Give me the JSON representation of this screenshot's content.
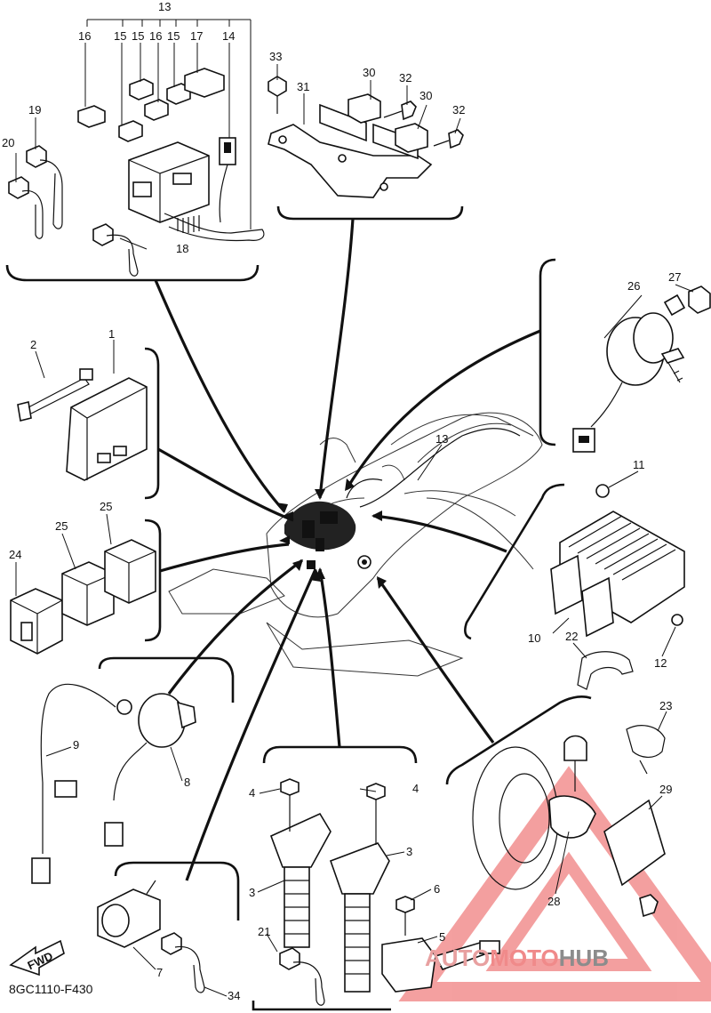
{
  "diagram_code": "8GC1110-F430",
  "direction_badge": "FWD",
  "watermark": {
    "left": "AUTO",
    "middle": "MOTO",
    "right": "HUB",
    "left_color": "#e8a0a0",
    "middle_color": "#f08a8a",
    "right_color": "#8c8c8c",
    "triangle_color": "#f08080"
  },
  "callouts": {
    "c1": "1",
    "c2": "2",
    "c3a": "3",
    "c3b": "3",
    "c4a": "4",
    "c4b": "4",
    "c5": "5",
    "c6": "6",
    "c7": "7",
    "c8": "8",
    "c9": "9",
    "c10": "10",
    "c11": "11",
    "c12": "12",
    "c13top": "13",
    "c13main": "13",
    "c14": "14",
    "c15a": "15",
    "c15b": "15",
    "c16a": "16",
    "c16b": "16",
    "c15c": "15",
    "c17": "17",
    "c18": "18",
    "c19": "19",
    "c20": "20",
    "c21": "21",
    "c22": "22",
    "c23": "23",
    "c24": "24",
    "c25a": "25",
    "c25b": "25",
    "c26": "26",
    "c27": "27",
    "c28": "28",
    "c29": "29",
    "c30a": "30",
    "c30b": "30",
    "c31": "31",
    "c32a": "32",
    "c32b": "32",
    "c33": "33",
    "c34": "34"
  }
}
